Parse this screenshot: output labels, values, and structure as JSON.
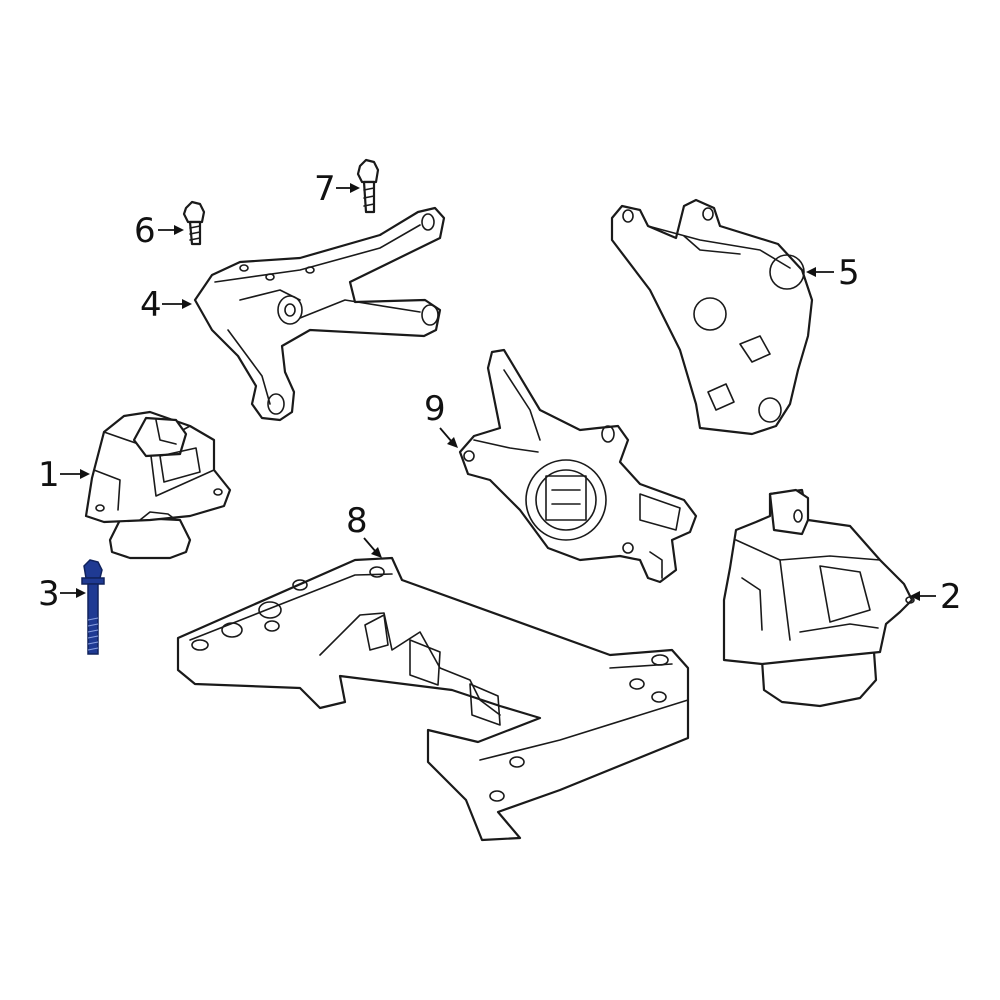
{
  "diagram": {
    "callouts": [
      {
        "id": "1",
        "label": "1"
      },
      {
        "id": "2",
        "label": "2"
      },
      {
        "id": "3",
        "label": "3"
      },
      {
        "id": "4",
        "label": "4"
      },
      {
        "id": "5",
        "label": "5"
      },
      {
        "id": "6",
        "label": "6"
      },
      {
        "id": "7",
        "label": "7"
      },
      {
        "id": "8",
        "label": "8"
      },
      {
        "id": "9",
        "label": "9"
      }
    ],
    "colors": {
      "line": "#1a1a1a",
      "background": "#ffffff",
      "highlight_part": "#1f3a93"
    }
  }
}
